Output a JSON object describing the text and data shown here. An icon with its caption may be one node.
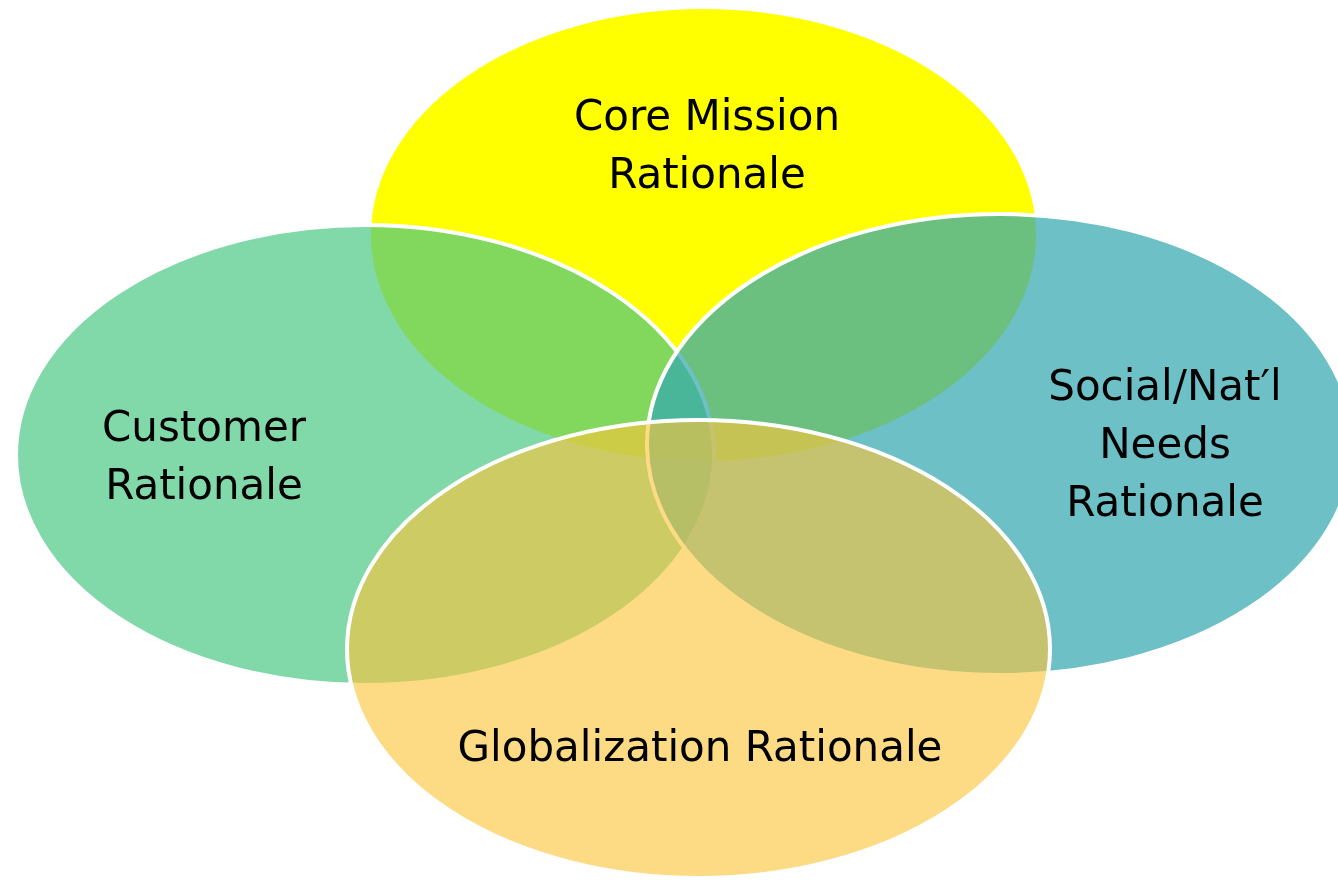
{
  "diagram": {
    "nodes": [
      {
        "text": [
          "Core Mission Rationale"
        ]
      },
      {
        "text": [
          "Customer Rationale"
        ]
      },
      {
        "text": [
          "Social/Nat′l Needs Rationale"
        ]
      },
      {
        "text": [
          "Globalization Rationale"
        ]
      }
    ]
  }
}
